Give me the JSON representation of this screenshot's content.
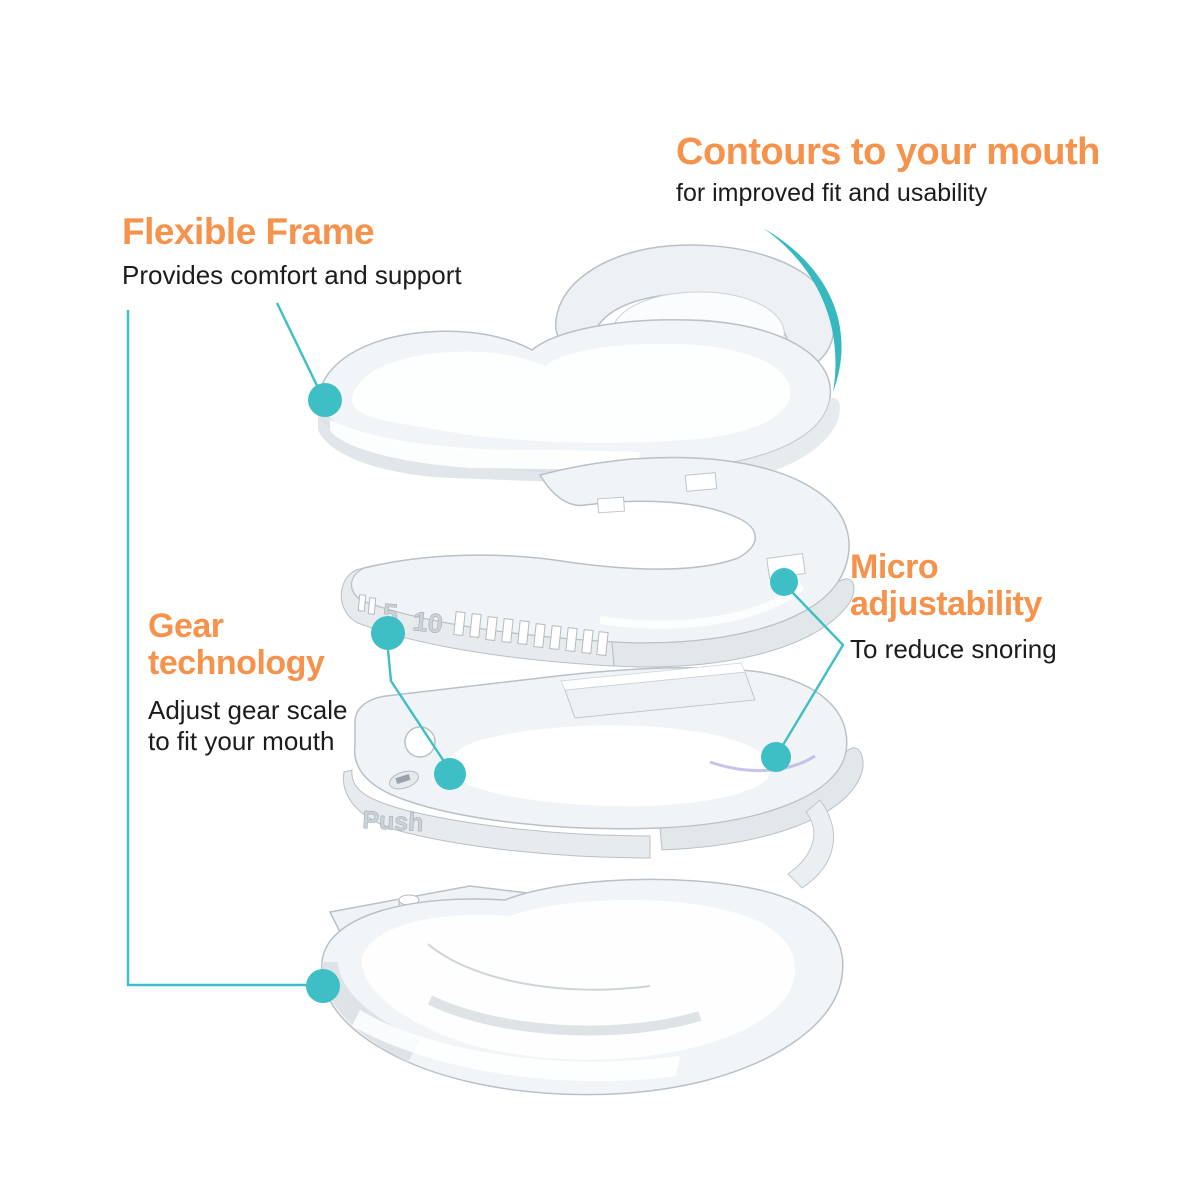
{
  "colors": {
    "accent_orange": "#f5924b",
    "accent_teal": "#3dbfc5",
    "body_text": "#1c1c1c",
    "background": "#ffffff"
  },
  "annotations": {
    "contours": {
      "title": "Contours to your mouth",
      "subtitle": "for improved fit and usability"
    },
    "flexible": {
      "title": "Flexible Frame",
      "subtitle": "Provides comfort and support"
    },
    "gear": {
      "title": "Gear technology",
      "subtitle": "Adjust gear scale to fit your mouth"
    },
    "micro": {
      "title": "Micro adjustability",
      "subtitle": "To reduce snoring"
    }
  },
  "product": {
    "embossed": {
      "scale_5": "5",
      "scale_10": "10",
      "push": "Push"
    }
  }
}
